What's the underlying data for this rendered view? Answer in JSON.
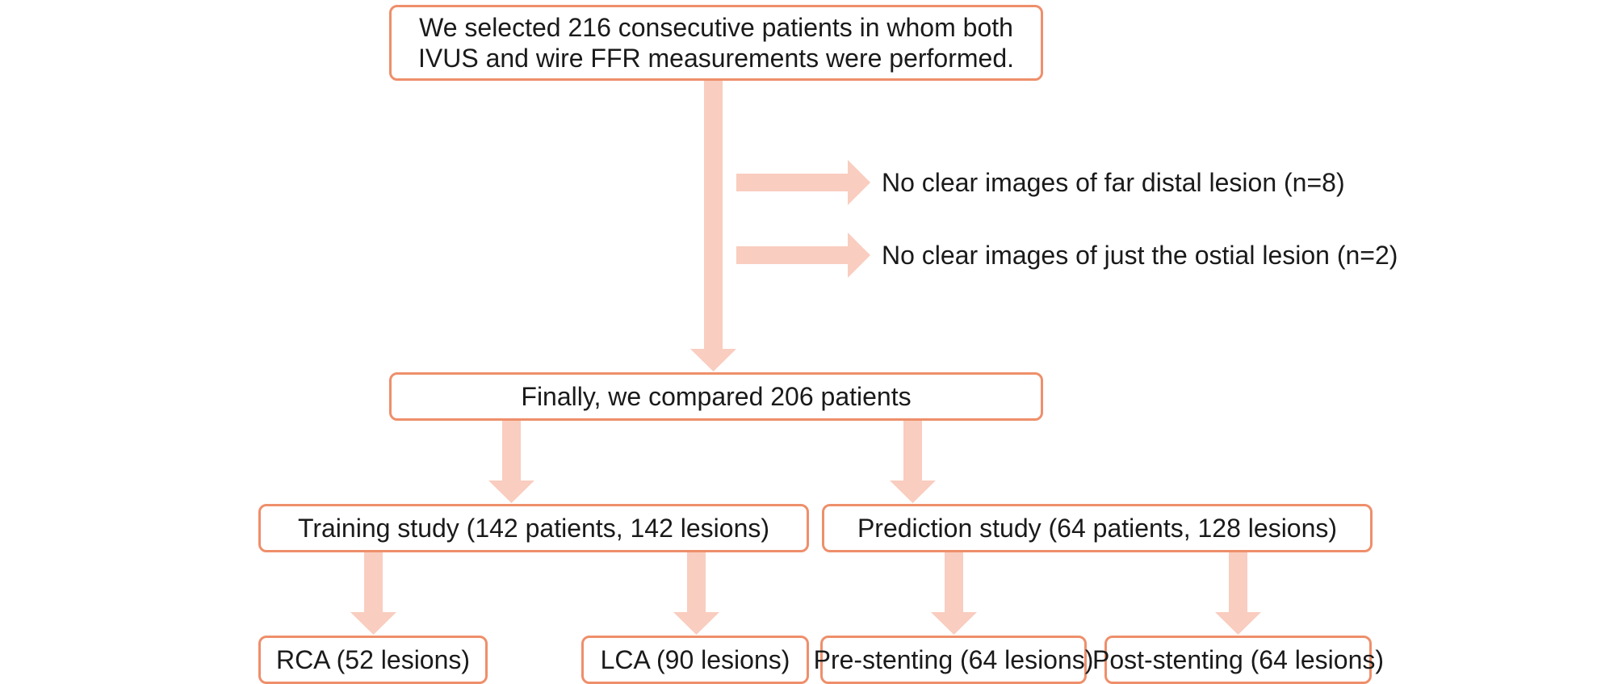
{
  "boxes": {
    "selection": {
      "line1": "We selected 216 consecutive patients in whom both",
      "line2": "IVUS and wire FFR measurements were performed."
    },
    "final": "Finally, we compared 206 patients",
    "training": "Training study (142 patients, 142 lesions)",
    "prediction": "Prediction study (64 patients, 128 lesions)",
    "rca": "RCA (52 lesions)",
    "lca": "LCA (90 lesions)",
    "pre_stenting": "Pre-stenting (64 lesions)",
    "post_stenting": "Post-stenting (64 lesions)"
  },
  "exclusions": [
    "No clear images of far distal lesion (n=8)",
    "No clear images of just the ostial lesion (n=2)"
  ],
  "colors": {
    "box_border": "#ee8f6b",
    "arrow_fill": "#f9cdbf",
    "text": "#1a1a1a"
  }
}
